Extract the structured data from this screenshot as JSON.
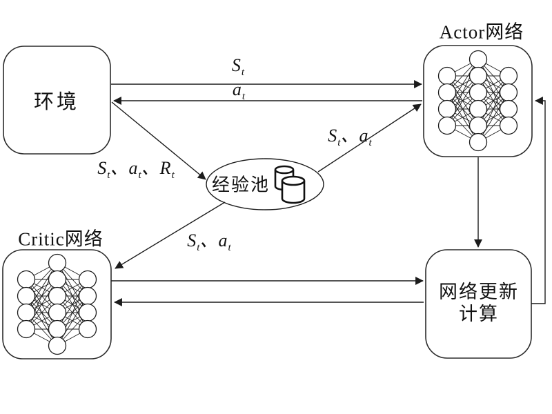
{
  "nodes": {
    "environment": {
      "label": "环境"
    },
    "actor": {
      "title": "Actor网络"
    },
    "critic": {
      "title": "Critic网络"
    },
    "update": {
      "line1": "网络更新",
      "line2": "计算"
    },
    "replay_buffer": {
      "label": "经验池",
      "icon": "database-cylinders-icon"
    }
  },
  "edges": [
    {
      "from": "环境",
      "to": "Actor网络",
      "label": "S_t"
    },
    {
      "from": "Actor网络",
      "to": "环境",
      "label": "a_t"
    },
    {
      "from": "环境",
      "to": "经验池",
      "label": "S_t、a_t、R_t"
    },
    {
      "from": "经验池",
      "to": "Actor网络",
      "label": "S_t、a_t"
    },
    {
      "from": "经验池",
      "to": "Critic网络",
      "label": "S_t、a_t"
    },
    {
      "from": "Critic网络",
      "to": "网络更新计算",
      "label": ""
    },
    {
      "from": "网络更新计算",
      "to": "Critic网络",
      "label": ""
    },
    {
      "from": "Actor网络",
      "to": "网络更新计算",
      "label": ""
    },
    {
      "from": "网络更新计算",
      "to": "Actor网络",
      "label": ""
    }
  ],
  "network_graphic": {
    "layers": [
      4,
      6,
      4
    ]
  },
  "colors": {
    "line": "#1c1c1c",
    "box_border": "#2b2b2b",
    "node_fill": "#ffffff",
    "background": "#ffffff"
  }
}
